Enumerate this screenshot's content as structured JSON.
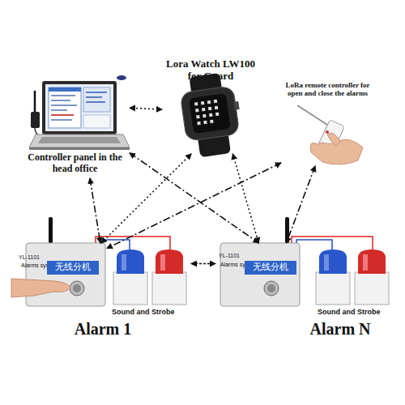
{
  "diagram": {
    "nodes": [
      {
        "text": [
          "Controller panel in the head office"
        ]
      },
      {
        "text": [
          "Lora Watch LW100 for Guard"
        ]
      },
      {
        "text": [
          "LoRa remote controller for open and close the alarms"
        ]
      },
      {
        "text": [
          "Alarm 1"
        ]
      },
      {
        "text": [
          "YL-1101",
          "Alarms system",
          "无线分机"
        ],
        "in": 3
      },
      {
        "text": [
          "Sound and Strobe"
        ],
        "in": 3
      },
      {
        "text": [
          "Alarm N"
        ]
      },
      {
        "text": [
          "YL-1101",
          "Alarms system",
          "无线分机"
        ],
        "in": 6
      },
      {
        "text": [
          "Sound and Strobe"
        ],
        "in": 6
      }
    ],
    "edges": [
      {
        "from": 0,
        "to": 4,
        "arrow": "both"
      },
      {
        "from": 0,
        "to": 7,
        "arrow": "both"
      },
      {
        "from": 1,
        "to": 0,
        "arrow": "both"
      },
      {
        "from": 1,
        "to": 4,
        "arrow": "both"
      },
      {
        "from": 1,
        "to": 7,
        "arrow": "both"
      },
      {
        "from": 2,
        "to": 4,
        "arrow": "both"
      },
      {
        "from": 2,
        "to": 7,
        "arrow": "both"
      },
      {
        "from": 3,
        "to": 6,
        "arrow": "both"
      }
    ]
  }
}
